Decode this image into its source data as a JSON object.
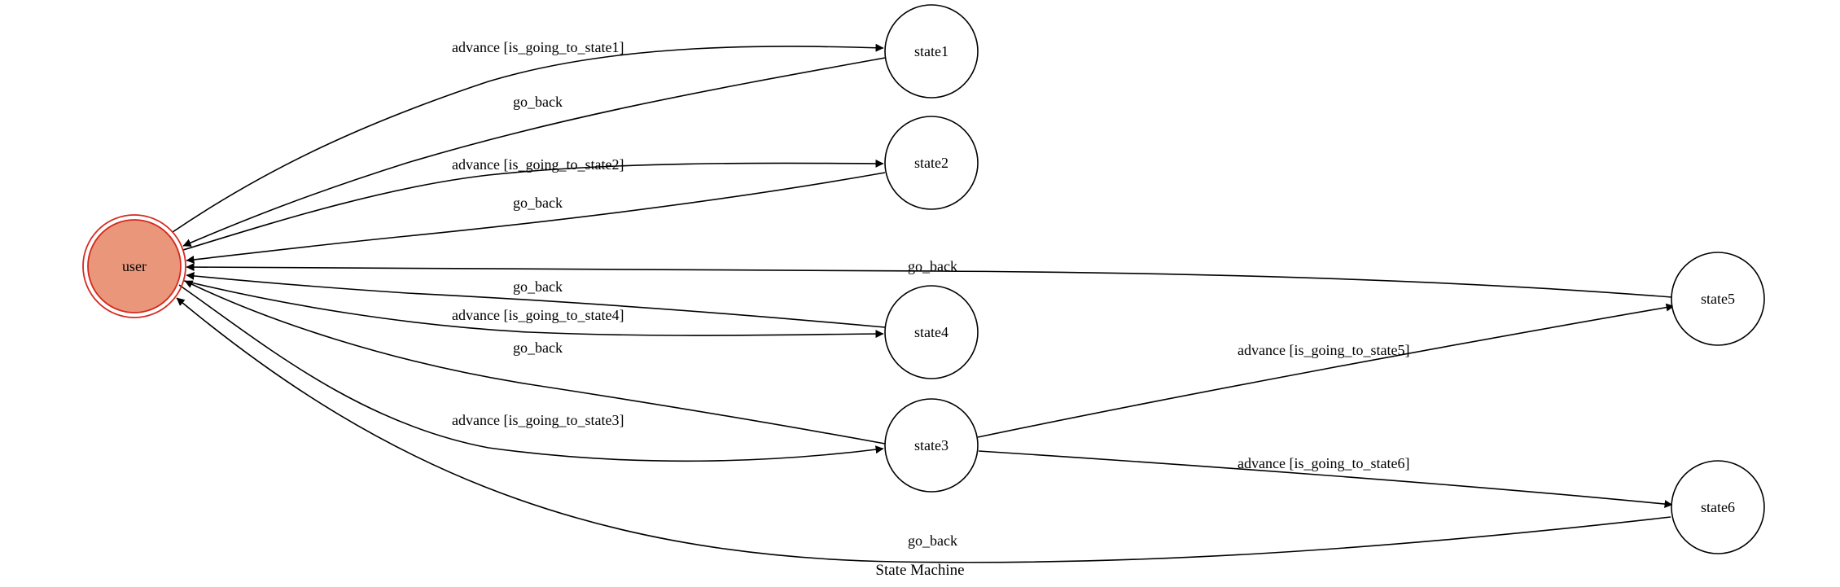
{
  "diagram": {
    "type": "state-machine",
    "caption": "State Machine",
    "initial_state": "user",
    "colors": {
      "initial_fill": "#ea967a",
      "initial_stroke": "#d42a1e",
      "node_stroke": "#000000",
      "edge": "#000000"
    },
    "nodes": [
      {
        "id": "user",
        "label": "user",
        "initial": true
      },
      {
        "id": "state1",
        "label": "state1"
      },
      {
        "id": "state2",
        "label": "state2"
      },
      {
        "id": "state4",
        "label": "state4"
      },
      {
        "id": "state3",
        "label": "state3"
      },
      {
        "id": "state5",
        "label": "state5"
      },
      {
        "id": "state6",
        "label": "state6"
      }
    ],
    "edges": [
      {
        "id": "e1",
        "from": "user",
        "to": "state1",
        "label": "advance [is_going_to_state1]"
      },
      {
        "id": "e2",
        "from": "state1",
        "to": "user",
        "label": "go_back"
      },
      {
        "id": "e3",
        "from": "user",
        "to": "state2",
        "label": "advance [is_going_to_state2]"
      },
      {
        "id": "e4",
        "from": "state2",
        "to": "user",
        "label": "go_back"
      },
      {
        "id": "e5",
        "from": "state5",
        "to": "user",
        "label": "go_back"
      },
      {
        "id": "e6",
        "from": "state4",
        "to": "user",
        "label": "go_back"
      },
      {
        "id": "e7",
        "from": "user",
        "to": "state4",
        "label": "advance [is_going_to_state4]"
      },
      {
        "id": "e8",
        "from": "state3",
        "to": "user",
        "label": "go_back"
      },
      {
        "id": "e9",
        "from": "user",
        "to": "state3",
        "label": "advance [is_going_to_state3]"
      },
      {
        "id": "e10",
        "from": "state3",
        "to": "state5",
        "label": "advance [is_going_to_state5]"
      },
      {
        "id": "e11",
        "from": "state3",
        "to": "state6",
        "label": "advance [is_going_to_state6]"
      },
      {
        "id": "e12",
        "from": "state6",
        "to": "user",
        "label": "go_back"
      }
    ]
  }
}
